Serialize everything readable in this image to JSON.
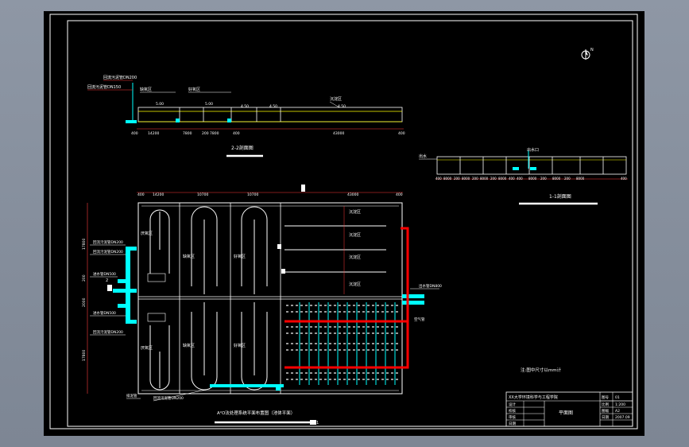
{
  "section_22": {
    "title": "2-2剖面图",
    "label_top_a": "回流污泥管DN200",
    "label_top_b": "回流污泥管DN150",
    "label_anoxic": "缺氧区 ",
    "label_aerobic": "好氧区",
    "label_sedim": "沉淀区",
    "dim_labels": [
      "400",
      "14200",
      "7800",
      "200",
      "7800",
      "400",
      "43000",
      "400"
    ],
    "level_labels": [
      "5.00",
      "5.00",
      "4.50",
      "4.50",
      "4.50"
    ]
  },
  "section_11": {
    "title": "1-1剖面图",
    "label_left": "出水",
    "label_right": "出水口",
    "dim_labels": [
      "400",
      "8000",
      "200",
      "8000",
      "200",
      "8000",
      "200",
      "8000",
      "400",
      "400",
      "8000",
      "200",
      "8000",
      "200",
      "8000",
      "400"
    ]
  },
  "plan": {
    "title": "A²O法处理系统平面布置图（池体平面）",
    "top_dims": [
      "400",
      "14200",
      "10700",
      "10700",
      "43000",
      "400"
    ],
    "left_dims": [
      "17800",
      "200",
      "2000",
      "17800"
    ],
    "zone_labels": {
      "anaerobic": "厌氧区",
      "anoxic": "缺氧区",
      "aerobic": "好氧区",
      "sedim": "沉淀区"
    },
    "left_labels": [
      "回流污泥管DN200",
      "回流污泥管DN200",
      "进水管DN500",
      "进水管DN500",
      "回流污泥管DN200"
    ],
    "right_label": "出水管DN800",
    "bottom_labels": [
      "排泥管",
      "回流污泥管DN200"
    ],
    "right_small_label": "空气管",
    "marks": [
      "1",
      "2",
      "2"
    ]
  },
  "notes": {
    "text": "注:图中尺寸以mm计"
  },
  "title_block": {
    "institution": "XX大学环境科学与工程学院",
    "drawing_name": "平面图",
    "rows_left": [
      "设计",
      "校核",
      "审核",
      "日期"
    ],
    "rows_right": [
      "图号",
      "比例",
      "图幅",
      "日期"
    ],
    "values_right": [
      "01",
      "1:200",
      "A2",
      "2007.09"
    ]
  },
  "north_arrow": "N",
  "colors": {
    "wall": "#ffffff",
    "water_yellow": "#ffff00",
    "pipe_cyan": "#00ffff",
    "pipe_red": "#ff0000",
    "dim_red": "#ff3b3b",
    "text_white": "#ffffff",
    "text_yellow": "#ffff00",
    "frame": "#ffffff",
    "background": "#000000"
  }
}
